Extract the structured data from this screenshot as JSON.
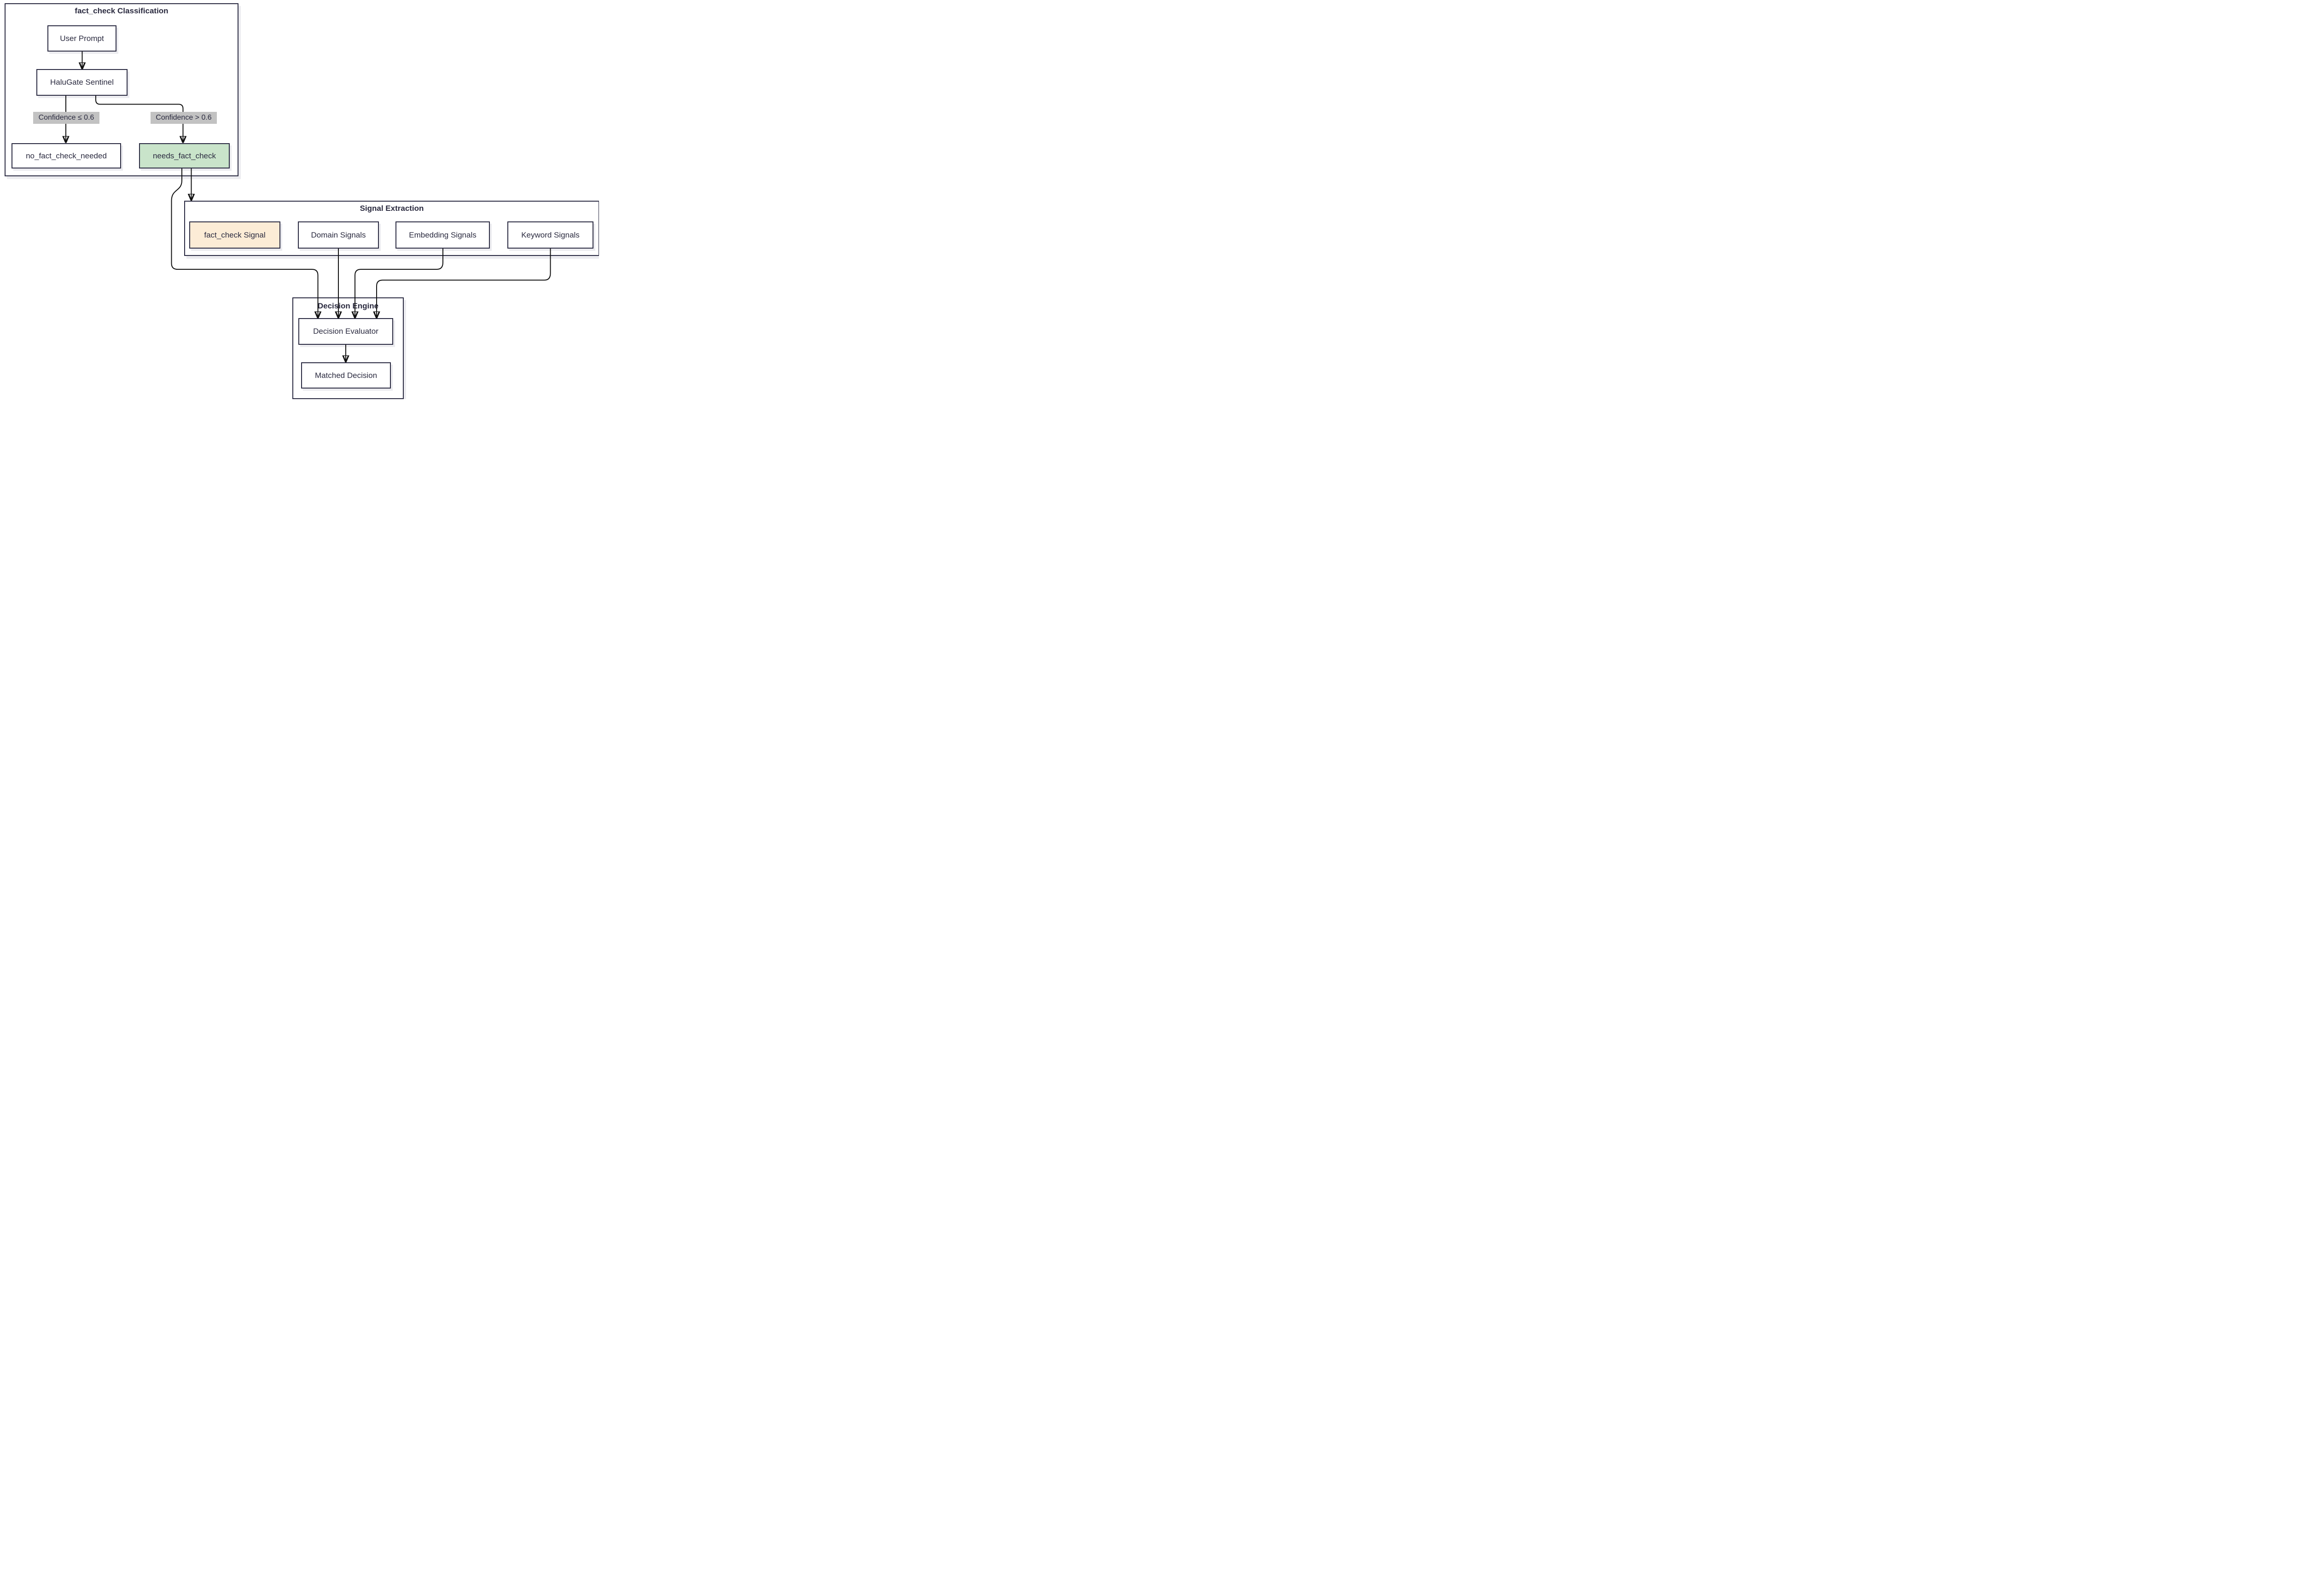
{
  "diagram_type": "flowchart",
  "titles": {
    "classification": "fact_check Classification",
    "signal_extraction": "Signal Extraction",
    "decision_engine": "Decision Engine"
  },
  "nodes": {
    "user_prompt": "User Prompt",
    "halugate_sentinel": "HaluGate Sentinel",
    "no_fact_check_needed": "no_fact_check_needed",
    "needs_fact_check": "needs_fact_check",
    "fact_check_signal": "fact_check Signal",
    "domain_signals": "Domain Signals",
    "embedding_signals": "Embedding Signals",
    "keyword_signals": "Keyword Signals",
    "decision_evaluator": "Decision Evaluator",
    "matched_decision": "Matched Decision"
  },
  "edge_labels": {
    "low_confidence": "Confidence ≤ 0.6",
    "high_confidence": "Confidence > 0.6"
  },
  "edges": [
    {
      "from": "User Prompt",
      "to": "HaluGate Sentinel",
      "label": ""
    },
    {
      "from": "HaluGate Sentinel",
      "to": "no_fact_check_needed",
      "label": "Confidence ≤ 0.6"
    },
    {
      "from": "HaluGate Sentinel",
      "to": "needs_fact_check",
      "label": "Confidence > 0.6"
    },
    {
      "from": "needs_fact_check",
      "to": "Signal Extraction",
      "label": ""
    },
    {
      "from": "needs_fact_check",
      "to": "Decision Evaluator",
      "label": ""
    },
    {
      "from": "Domain Signals",
      "to": "Decision Evaluator",
      "label": ""
    },
    {
      "from": "Embedding Signals",
      "to": "Decision Evaluator",
      "label": ""
    },
    {
      "from": "Keyword Signals",
      "to": "Decision Evaluator",
      "label": ""
    },
    {
      "from": "Decision Evaluator",
      "to": "Matched Decision",
      "label": ""
    }
  ],
  "colors": {
    "background": "#ffffff",
    "node_border": "#2b2b42",
    "text": "#2a2a3f",
    "edge": "#111111",
    "green_fill": "#c9e4ca",
    "peach_fill": "#fcecd6",
    "edge_label_bg": "#c2c2c2",
    "shadow": "#ececf0"
  }
}
